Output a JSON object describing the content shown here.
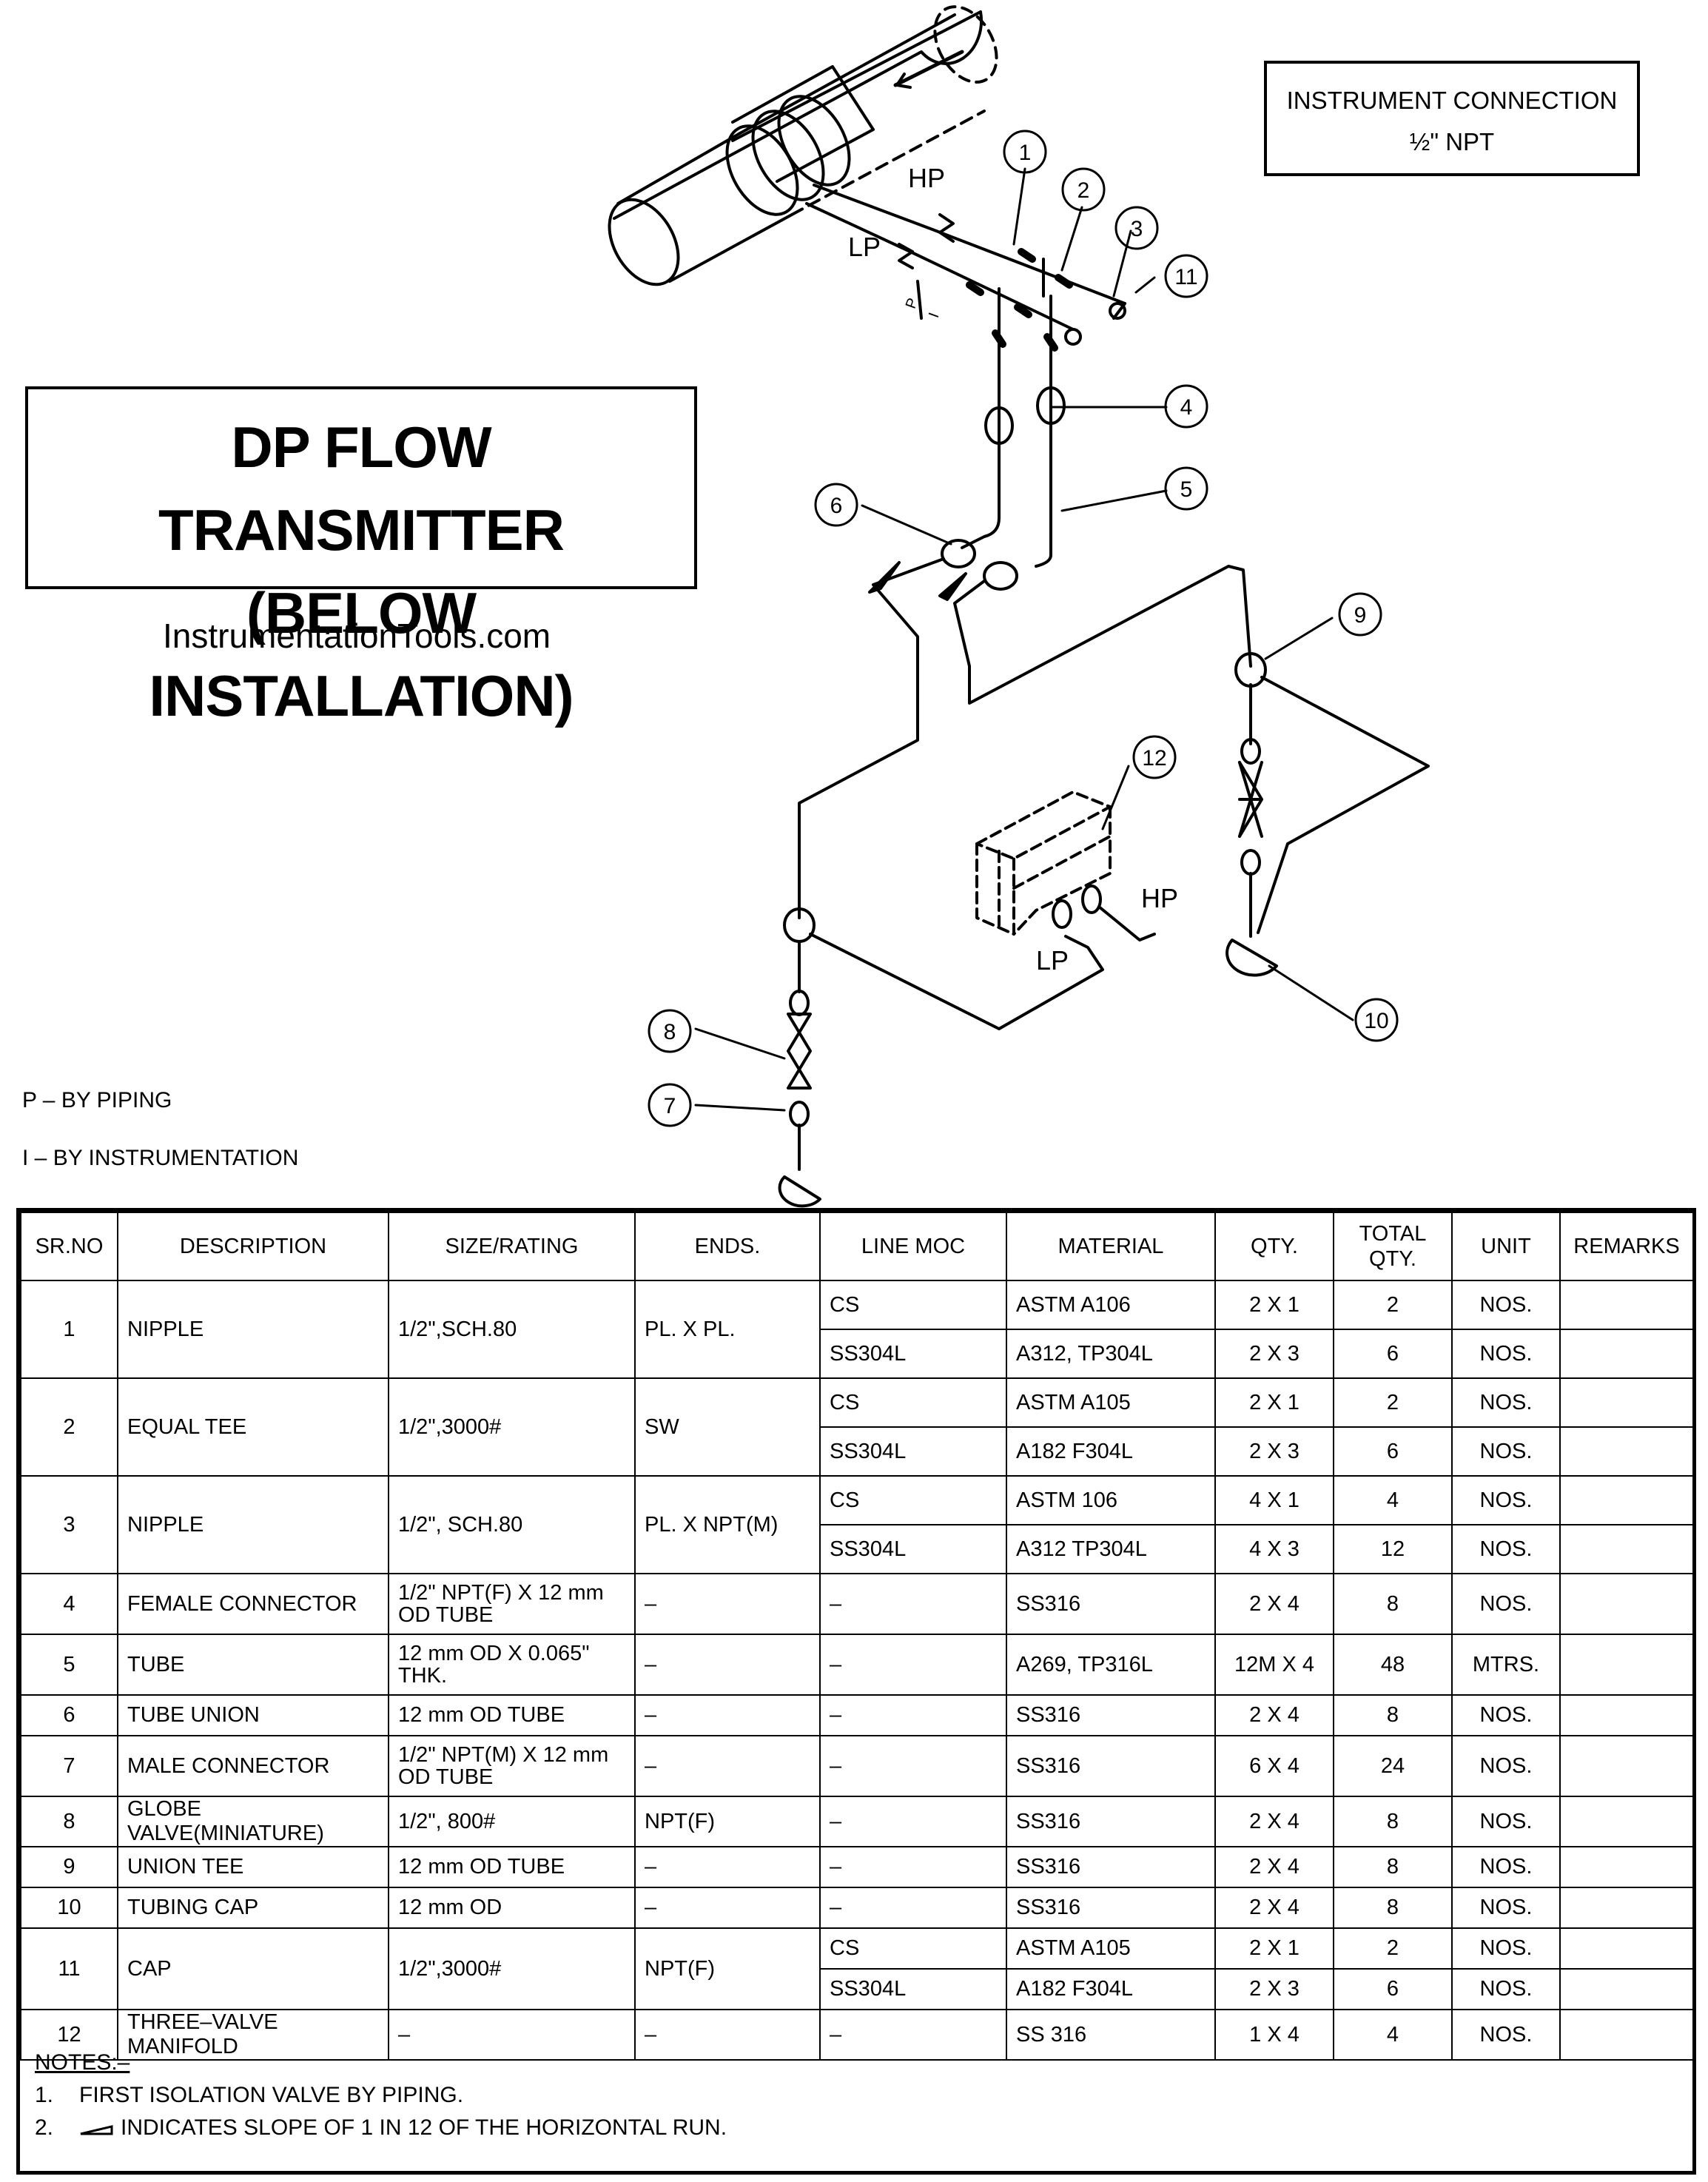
{
  "title": {
    "line1": "DP FLOW TRANSMITTER",
    "line2": "(BELOW INSTALLATION)"
  },
  "website": "InstrumentationTools.com",
  "instrument_connection": {
    "line1": "INSTRUMENT  CONNECTION",
    "line2": "½\"  NPT"
  },
  "legend": {
    "p": "P  –  BY  PIPING",
    "i": "I  –  BY  INSTRUMENTATION"
  },
  "diagram_labels": {
    "hp_top": "HP",
    "lp_top": "LP",
    "hp_bottom": "HP",
    "lp_bottom": "LP",
    "p_mark": "P",
    "i_mark": "I",
    "callouts": [
      "1",
      "2",
      "3",
      "4",
      "5",
      "6",
      "7",
      "8",
      "9",
      "10",
      "11",
      "12"
    ]
  },
  "table": {
    "headers": [
      "SR.NO",
      "DESCRIPTION",
      "SIZE/RATING",
      "ENDS.",
      "LINE  MOC",
      "MATERIAL",
      "QTY.",
      "TOTAL QTY.",
      "UNIT",
      "REMARKS"
    ],
    "rows": [
      {
        "sr": "1",
        "desc": "NIPPLE",
        "size": "1/2\",SCH.80",
        "ends": "PL.  X  PL.",
        "sub": [
          {
            "moc": "CS",
            "mat": "ASTM  A106",
            "qty": "2  X  1",
            "total": "2",
            "unit": "NOS."
          },
          {
            "moc": "SS304L",
            "mat": "A312,  TP304L",
            "qty": "2  X  3",
            "total": "6",
            "unit": "NOS."
          }
        ]
      },
      {
        "sr": "2",
        "desc": "EQUAL  TEE",
        "size": "1/2\",3000#",
        "ends": "SW",
        "sub": [
          {
            "moc": "CS",
            "mat": "ASTM  A105",
            "qty": "2  X  1",
            "total": "2",
            "unit": "NOS."
          },
          {
            "moc": "SS304L",
            "mat": "A182  F304L",
            "qty": "2  X  3",
            "total": "6",
            "unit": "NOS."
          }
        ]
      },
      {
        "sr": "3",
        "desc": "NIPPLE",
        "size": "1/2\",  SCH.80",
        "ends": "PL.  X  NPT(M)",
        "sub": [
          {
            "moc": "CS",
            "mat": "ASTM  106",
            "qty": "4  X  1",
            "total": "4",
            "unit": "NOS."
          },
          {
            "moc": "SS304L",
            "mat": "A312  TP304L",
            "qty": "4  X  3",
            "total": "12",
            "unit": "NOS."
          }
        ]
      },
      {
        "sr": "4",
        "desc": "FEMALE  CONNECTOR",
        "size": "1/2\"  NPT(F)  X  12 mm  OD  TUBE",
        "ends": "–",
        "moc": "–",
        "mat": "SS316",
        "qty": "2  X  4",
        "total": "8",
        "unit": "NOS."
      },
      {
        "sr": "5",
        "desc": "TUBE",
        "size": "12  mm  OD  X  0.065\" THK.",
        "ends": "–",
        "moc": "–",
        "mat": "A269,  TP316L",
        "qty": "12M  X  4",
        "total": "48",
        "unit": "MTRS."
      },
      {
        "sr": "6",
        "desc": "TUBE  UNION",
        "size": "12  mm  OD  TUBE",
        "ends": "–",
        "moc": "–",
        "mat": "SS316",
        "qty": "2  X  4",
        "total": "8",
        "unit": "NOS."
      },
      {
        "sr": "7",
        "desc": "MALE  CONNECTOR",
        "size": "1/2\"  NPT(M)  X  12 mm  OD  TUBE",
        "ends": "–",
        "moc": "–",
        "mat": "SS316",
        "qty": "6  X  4",
        "total": "24",
        "unit": "NOS."
      },
      {
        "sr": "8",
        "desc": "GLOBE  VALVE(MINIATURE)",
        "size": "1/2\",  800#",
        "ends": "NPT(F)",
        "moc": "–",
        "mat": "SS316",
        "qty": "2  X  4",
        "total": "8",
        "unit": "NOS."
      },
      {
        "sr": "9",
        "desc": "UNION  TEE",
        "size": "12  mm  OD  TUBE",
        "ends": "–",
        "moc": "–",
        "mat": "SS316",
        "qty": "2  X  4",
        "total": "8",
        "unit": "NOS."
      },
      {
        "sr": "10",
        "desc": "TUBING  CAP",
        "size": "12  mm  OD",
        "ends": "–",
        "moc": "–",
        "mat": "SS316",
        "qty": "2  X  4",
        "total": "8",
        "unit": "NOS."
      },
      {
        "sr": "11",
        "desc": "CAP",
        "size": "1/2\",3000#",
        "ends": "NPT(F)",
        "sub": [
          {
            "moc": "CS",
            "mat": "ASTM  A105",
            "qty": "2  X  1",
            "total": "2",
            "unit": "NOS."
          },
          {
            "moc": "SS304L",
            "mat": "A182  F304L",
            "qty": "2  X  3",
            "total": "6",
            "unit": "NOS."
          }
        ]
      },
      {
        "sr": "12",
        "desc": "THREE–VALVE  MANIFOLD",
        "size": "–",
        "ends": "–",
        "moc": "–",
        "mat": "SS  316",
        "qty": "1  X  4",
        "total": "4",
        "unit": "NOS."
      }
    ]
  },
  "notes": {
    "heading": "NOTES:–",
    "items": [
      {
        "num": "1.",
        "text": "FIRST  ISOLATION  VALVE  BY  PIPING."
      },
      {
        "num": "2.",
        "text": "INDICATES  SLOPE  OF  1  IN  12  OF  THE  HORIZONTAL  RUN."
      }
    ]
  }
}
